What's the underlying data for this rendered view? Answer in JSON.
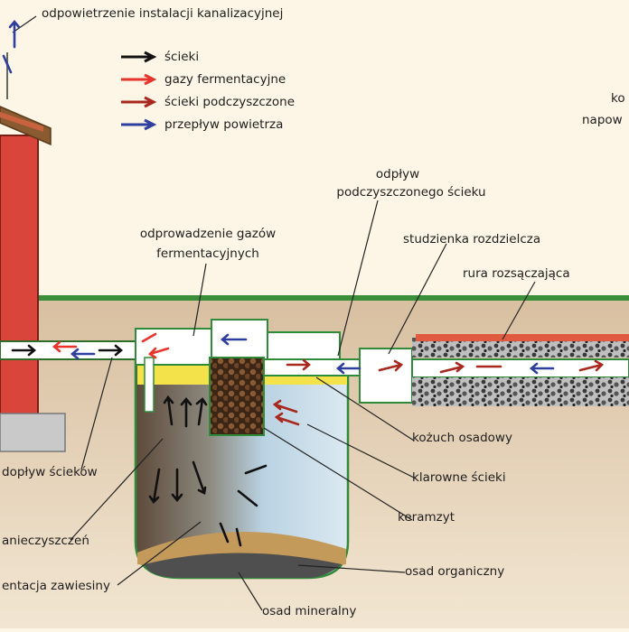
{
  "labels": {
    "vent": "odpowietrzenie instalacji kanalizacyjnej",
    "outflow_line1": "odpływ",
    "outflow_line2": "podczyszczonego ścieku",
    "gas_outlet_line1": "odprowadzenie gazów",
    "gas_outlet_line2": "fermentacyjnych",
    "distribution_box": "studzienka rozdzielcza",
    "drain_pipe": "rura rozsączająca",
    "right_top_1": "ko",
    "right_top_2": "napow",
    "scum": "kożuch osadowy",
    "clear": "klarowne ścieki",
    "ceramsite": "keramzyt",
    "organic": "osad organiczny",
    "mineral": "osad mineralny",
    "inflow": "dopływ ścieków",
    "contaminants": "anieczyszczeń",
    "sedimentation": "entacja zawiesiny"
  },
  "legend": [
    {
      "label": "ścieki",
      "color": "#111111"
    },
    {
      "label": "gazy fermentacyjne",
      "color": "#e8342a"
    },
    {
      "label": "ścieki podczyszczone",
      "color": "#a8281e"
    },
    {
      "label": "przepływ powietrza",
      "color": "#2f3f9e"
    }
  ]
}
